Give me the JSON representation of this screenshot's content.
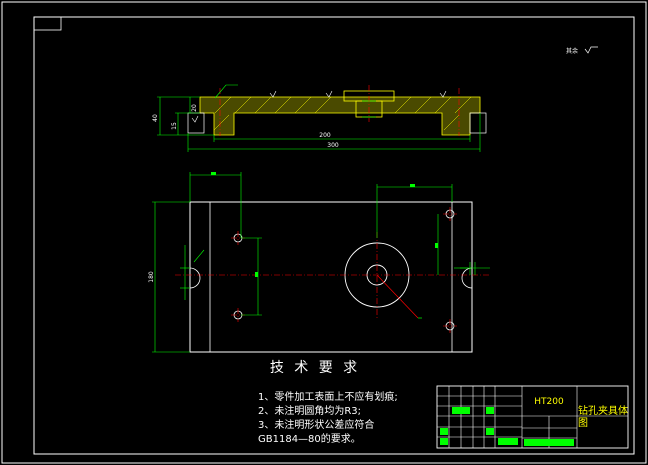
{
  "roughness_note": "其余",
  "section_view": {
    "dim_200": "200",
    "dim_300": "300",
    "dim_40": "40",
    "dim_15": "15",
    "dim_20": "20"
  },
  "plan_view": {
    "dim_180": "180"
  },
  "requirements": {
    "title": "技 术 要 求",
    "items": [
      "1、零件加工表面上不应有划痕;",
      "2、未注明圆角均为R3;",
      "3、未注明形状公差应符合",
      "GB1184—80的要求。"
    ]
  },
  "title_block": {
    "material": "HT200",
    "part_name": "钻孔夹具体",
    "drawing_label": "图"
  },
  "colors": {
    "outline": "#ffffff",
    "dimension": "#00ff00",
    "centerline": "#ff0000",
    "hatch": "#ffff00",
    "background": "#000000"
  }
}
